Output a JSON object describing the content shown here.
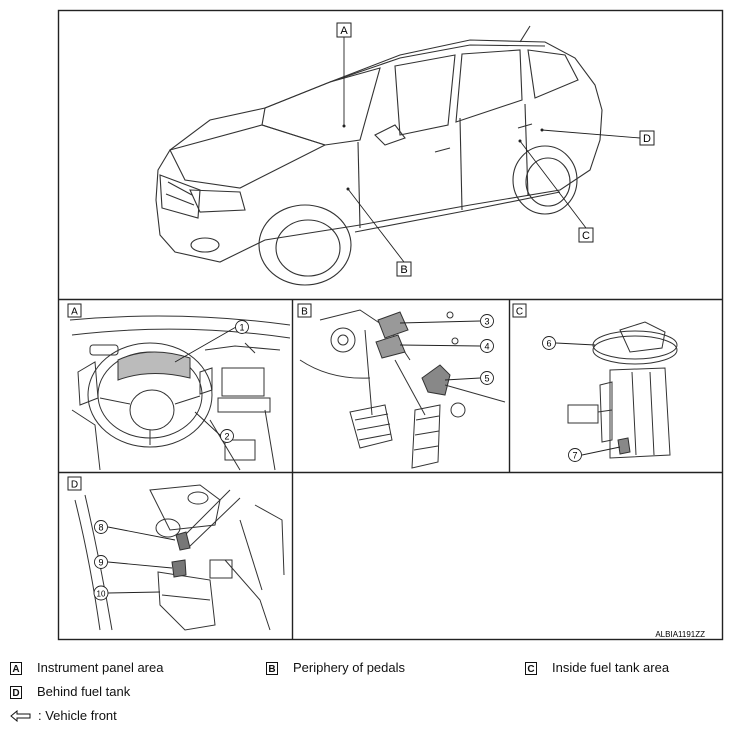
{
  "view_letters": [
    "A",
    "B",
    "C",
    "D"
  ],
  "callout_numbers": [
    "1",
    "2",
    "3",
    "4",
    "5",
    "6",
    "7",
    "8",
    "9",
    "10"
  ],
  "figure_code": "ALBIA1191ZZ",
  "legend": {
    "A": "Instrument panel area",
    "B": "Periphery of pedals",
    "C": "Inside fuel tank area",
    "D": "Behind fuel tank",
    "arrow": ": Vehicle front"
  }
}
